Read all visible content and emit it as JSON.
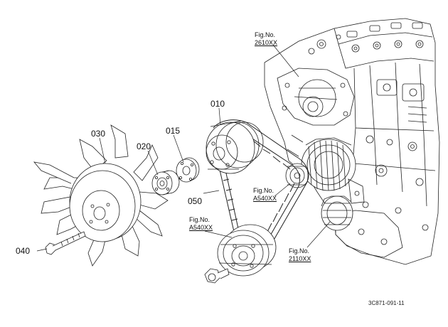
{
  "parts": [
    {
      "id": "p010",
      "number": "010"
    },
    {
      "id": "p015",
      "number": "015"
    },
    {
      "id": "p020",
      "number": "020"
    },
    {
      "id": "p030",
      "number": "030"
    },
    {
      "id": "p040",
      "number": "040"
    },
    {
      "id": "p050",
      "number": "050"
    }
  ],
  "fig_refs": [
    {
      "id": "f2610",
      "prefix": "Fig.No.",
      "code": "2610XX"
    },
    {
      "id": "fa540r",
      "prefix": "Fig.No.",
      "code": "A540XX"
    },
    {
      "id": "fa540l",
      "prefix": "Fig.No.",
      "code": "A540XX"
    },
    {
      "id": "f2110",
      "prefix": "Fig.No.",
      "code": "2110XX"
    }
  ],
  "document_code": "3C871-091-11"
}
